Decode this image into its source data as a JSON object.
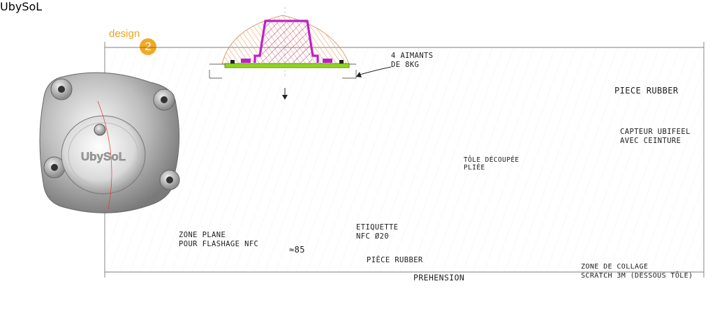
{
  "header": {
    "design_word": "design",
    "design_number": "2"
  },
  "logo_text": "UbySoL",
  "annotations": {
    "magnets_line1": "4 AIMANTS",
    "magnets_line2": "DE 8KG",
    "dimension": "≈85",
    "flat_zone_line1": "ZONE PLANE",
    "flat_zone_line2": "POUR FLASHAGE NFC",
    "nfc_label_line1": "ETIQUETTE",
    "nfc_label_line2": "NFC Ø20",
    "rubber_part_left": "PIÈCE RUBBER",
    "grip": "PREHENSION",
    "sheet_metal_line1": "TÔLE DÉCOUPÉE",
    "sheet_metal_line2": "PLIÉE",
    "rubber_part_right": "PIECE RUBBER",
    "sensor_line1": "CAPTEUR UBIFEEL",
    "sensor_line2": "AVEC CEINTURE",
    "glue_zone_line1": "ZONE DE COLLAGE",
    "glue_zone_line2": "SCRATCH 3M (DESSOUS TÔLE)"
  },
  "colors": {
    "accent_orange": "#f3a81f",
    "section_green": "#8fd61e",
    "section_magenta": "#c01fc8",
    "hatch_peach": "#f3c89a",
    "construction_red": "#e23a2f"
  }
}
